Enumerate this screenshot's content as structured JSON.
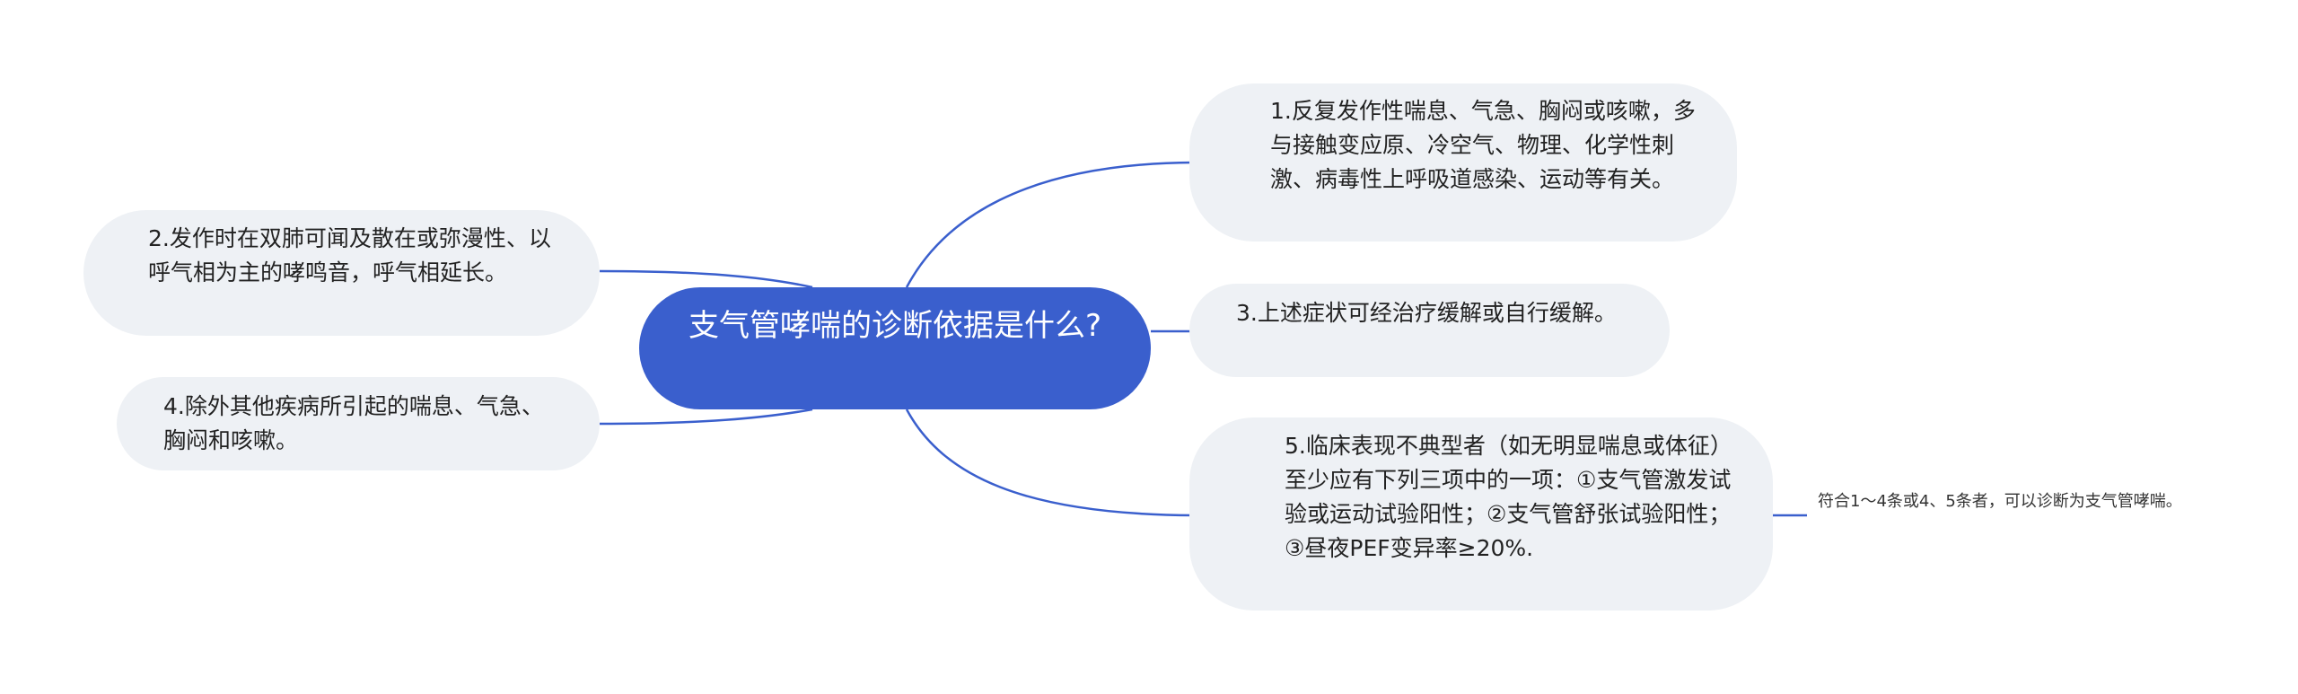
{
  "root": {
    "title": "支气管哮喘的诊断依据是什么?"
  },
  "nodes": [
    {
      "id": "1",
      "text": "1.反复发作性喘息、气急、胸闷或咳嗽，多与接触变应原、冷空气、物理、化学性刺激、病毒性上呼吸道感染、运动等有关。"
    },
    {
      "id": "2",
      "text": "2.发作时在双肺可闻及散在或弥漫性、以呼气相为主的哮鸣音，呼气相延长。"
    },
    {
      "id": "3",
      "text": "3.上述症状可经治疗缓解或自行缓解。"
    },
    {
      "id": "4",
      "text": "4.除外其他疾病所引起的喘息、气急、胸闷和咳嗽。"
    },
    {
      "id": "5",
      "text": "5.临床表现不典型者（如无明显喘息或体征）至少应有下列三项中的一项：①支气管激发试验或运动试验阳性；②支气管舒张试验阳性；③昼夜PEF变异率≥20%."
    }
  ],
  "note": {
    "text": "符合1～4条或4、5条者，可以诊断为支气管哮喘。"
  },
  "colors": {
    "root_fill": "#3a5fcd",
    "connector": "#3a5fcd",
    "node_fill": "#eef1f5",
    "text": "#222222"
  }
}
